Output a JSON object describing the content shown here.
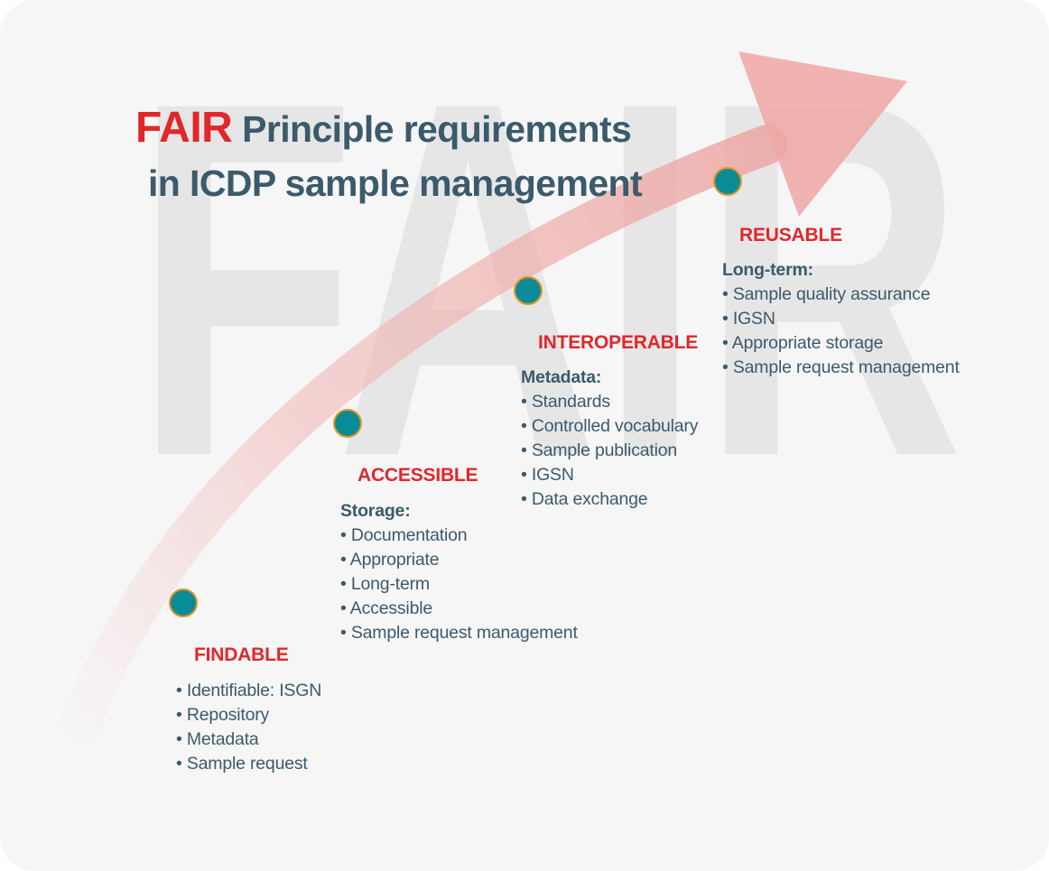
{
  "title": {
    "accent": "FAIR",
    "rest": "Principle requirements",
    "line2": "in ICDP sample management"
  },
  "watermark": "FAIR",
  "colors": {
    "accent_red": "#e1272b",
    "text_slate": "#3b5a6b",
    "dot_teal": "#0a8c98",
    "dot_ring_orange": "#e8961e",
    "arrow_pink": "#eea7a5",
    "watermark_gray": "#e6e6e7",
    "background": "#f6f6f7"
  },
  "stages": [
    {
      "heading": "FINDABLE",
      "lead": "",
      "items": [
        "Identifiable: ISGN",
        "Repository",
        "Metadata",
        "Sample request"
      ]
    },
    {
      "heading": "ACCESSIBLE",
      "lead": "Storage:",
      "items": [
        "Documentation",
        "Appropriate",
        "Long-term",
        "Accessible",
        "Sample request management"
      ]
    },
    {
      "heading": "INTEROPERABLE",
      "lead": "Metadata:",
      "items": [
        "Standards",
        "Controlled vocabulary",
        "Sample publication",
        "IGSN",
        "Data exchange"
      ]
    },
    {
      "heading": "REUSABLE",
      "lead": "Long-term:",
      "items": [
        "Sample quality assurance",
        "IGSN",
        "Appropriate storage",
        "Sample request management"
      ]
    }
  ]
}
